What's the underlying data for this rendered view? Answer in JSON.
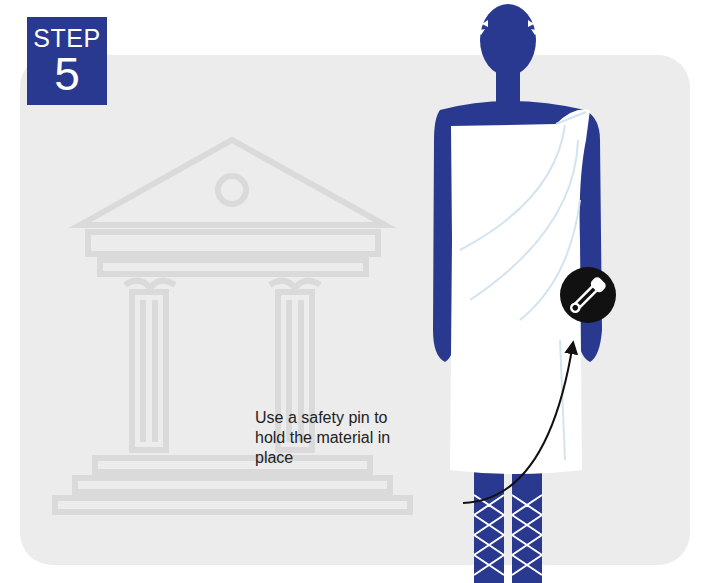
{
  "diagram": {
    "nodes": [
      {
        "text": [
          "STEP",
          "5"
        ]
      }
    ],
    "labels": [
      "Use a safety pin to hold the material in place"
    ]
  }
}
